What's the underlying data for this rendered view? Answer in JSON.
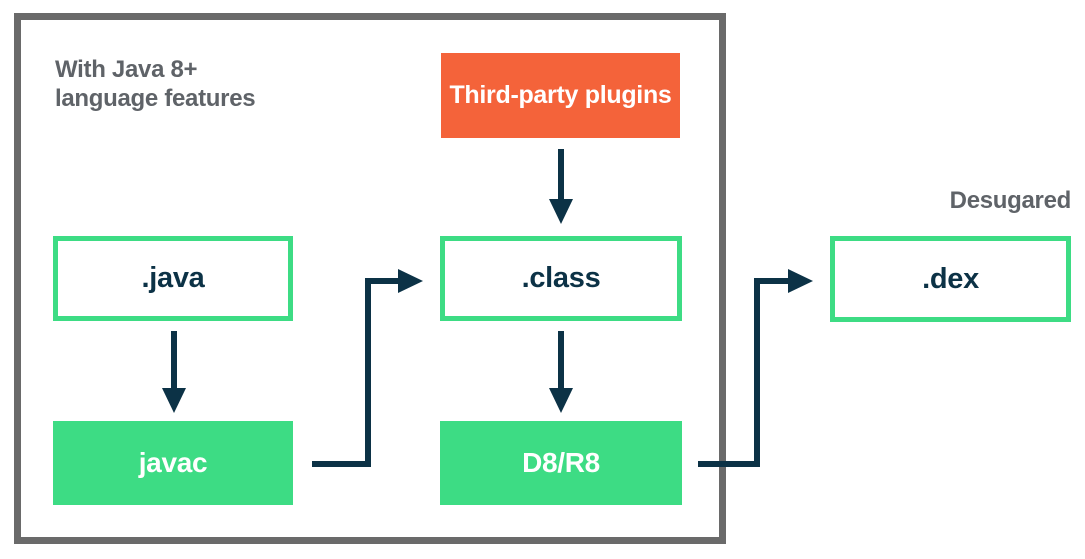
{
  "colors": {
    "green": "#3ddc84",
    "orange": "#f4633a",
    "navy": "#0c3246",
    "gray-border": "#6a6a6a",
    "gray-text": "#5f6368",
    "white": "#ffffff"
  },
  "diagram": {
    "annotations": {
      "top_left": "With Java 8+\nlanguage features",
      "desugared": "Desugared"
    },
    "nodes": {
      "plugins": {
        "label": "Third-party plugins",
        "type": "filled-orange"
      },
      "java": {
        "label": ".java",
        "type": "outline"
      },
      "class": {
        "label": ".class",
        "type": "outline"
      },
      "dex": {
        "label": ".dex",
        "type": "outline"
      },
      "javac": {
        "label": "javac",
        "type": "filled-green"
      },
      "d8r8": {
        "label": "D8/R8",
        "type": "filled-green"
      }
    },
    "edges": [
      {
        "from": "java",
        "to": "javac"
      },
      {
        "from": "plugins",
        "to": "class"
      },
      {
        "from": "class",
        "to": "d8r8"
      },
      {
        "from": "javac",
        "to": "class"
      },
      {
        "from": "d8r8",
        "to": "dex"
      }
    ]
  }
}
